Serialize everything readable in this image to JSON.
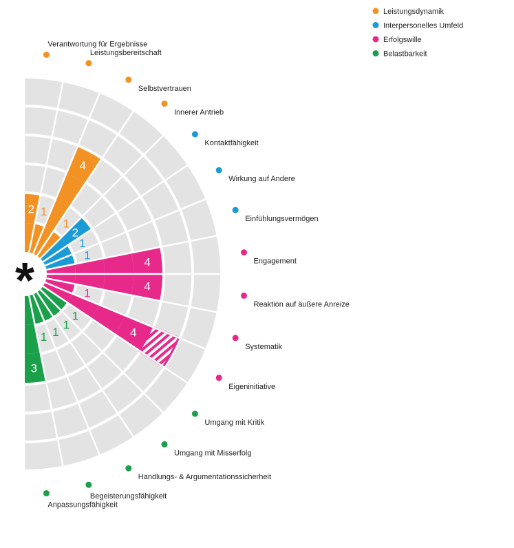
{
  "chart_data": {
    "type": "radial-bar",
    "max_level": 4,
    "groups": [
      {
        "name": "Leistungsdynamik",
        "color": "#f39224"
      },
      {
        "name": "Interpersonelles Umfeld",
        "color": "#1a9bd6"
      },
      {
        "name": "Erfolgswille",
        "color": "#e7298a"
      },
      {
        "name": "Belastbarkeit",
        "color": "#1aa04a"
      }
    ],
    "items": [
      {
        "label": "Verantwortung für Ergebnisse",
        "group": 0,
        "value": 2,
        "value_label": "2"
      },
      {
        "label": "Leistungsbereitschaft",
        "group": 0,
        "value": 1,
        "value_label": "1"
      },
      {
        "label": "Selbstvertrauen",
        "group": 0,
        "value": 4,
        "value_label": "4"
      },
      {
        "label": "Innerer Antrieb",
        "group": 0,
        "value": 1,
        "value_label": "1"
      },
      {
        "label": "Kontaktfähigkeit",
        "group": 1,
        "value": 2,
        "value_label": "2"
      },
      {
        "label": "Wirkung auf Andere",
        "group": 1,
        "value": 1,
        "value_label": "1"
      },
      {
        "label": "Einfühlungsvermögen",
        "group": 1,
        "value": 1,
        "value_label": "1"
      },
      {
        "label": "Engagement",
        "group": 2,
        "value": 4,
        "value_label": "4"
      },
      {
        "label": "Reaktion auf äußere Anreize",
        "group": 2,
        "value": 4,
        "value_label": "4"
      },
      {
        "label": "Systematik",
        "group": 2,
        "value": 1,
        "value_label": "1"
      },
      {
        "label": "Eigeninitiative",
        "group": 2,
        "value": 4,
        "value_label": "4",
        "extra_hatched": 1
      },
      {
        "label": "Umgang mit Kritik",
        "group": 3,
        "value": 1,
        "value_label": "1"
      },
      {
        "label": "Umgang mit Misserfolg",
        "group": 3,
        "value": 1,
        "value_label": "1"
      },
      {
        "label": "Handlungs- & Argumentationssicherheit",
        "group": 3,
        "value": 1,
        "value_label": "1"
      },
      {
        "label": "Begeisterungsfähigkeit",
        "group": 3,
        "value": 1,
        "value_label": "1"
      },
      {
        "label": "Anpassungsfähigkeit",
        "group": 3,
        "value": 3,
        "value_label": "3"
      }
    ],
    "center_symbol": "*"
  }
}
